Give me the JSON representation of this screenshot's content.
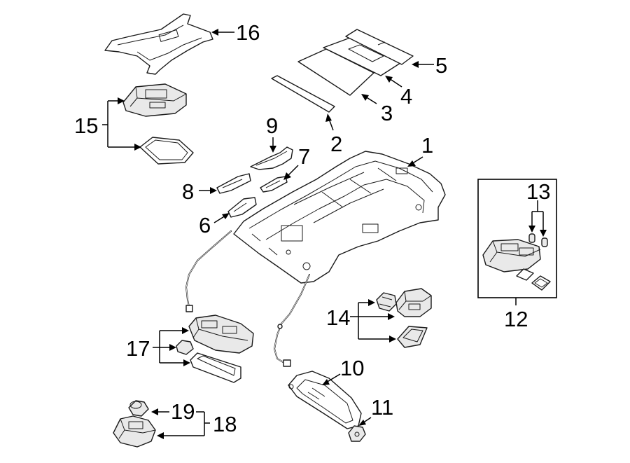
{
  "callouts": {
    "c1": "1",
    "c2": "2",
    "c3": "3",
    "c4": "4",
    "c5": "5",
    "c6": "6",
    "c7": "7",
    "c8": "8",
    "c9": "9",
    "c10": "10",
    "c11": "11",
    "c12": "12",
    "c13": "13",
    "c14": "14",
    "c15": "15",
    "c16": "16",
    "c17": "17",
    "c18": "18",
    "c19": "19"
  },
  "colors": {
    "line": "#1a1a1a",
    "background": "#ffffff"
  }
}
